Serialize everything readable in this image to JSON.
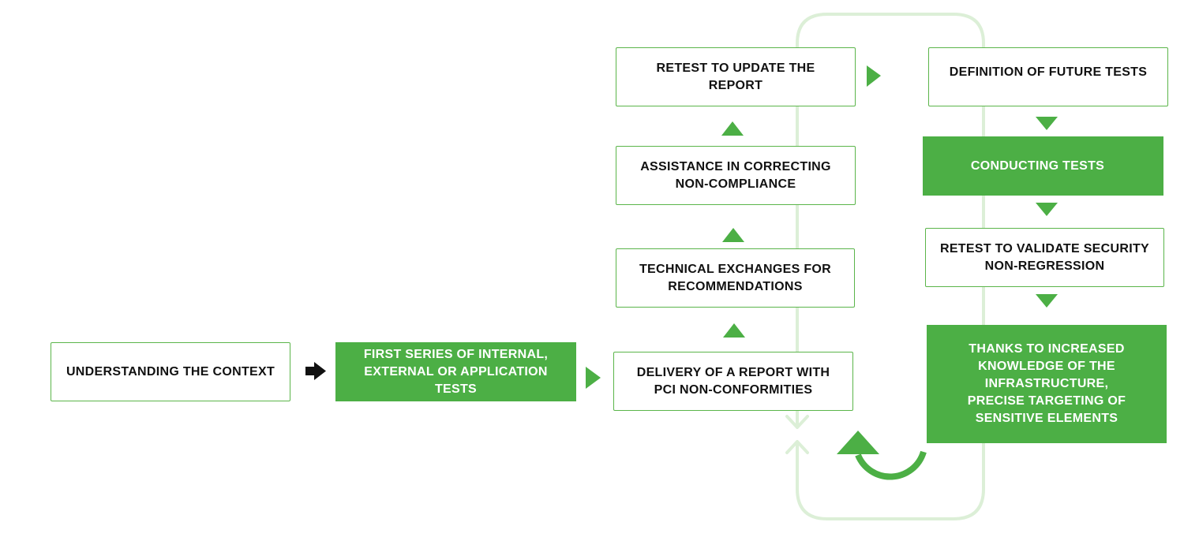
{
  "colors": {
    "accent_green": "#4caf45",
    "light_green_loop": "#dcefd7",
    "text_dark": "#111111",
    "text_light": "#ffffff",
    "arrow_black": "#111111"
  },
  "boxes": {
    "understanding_context": "UNDERSTANDING THE CONTEXT",
    "first_series_tests": "FIRST SERIES OF INTERNAL, EXTERNAL OR APPLICATION TESTS",
    "delivery_report": "DELIVERY OF A REPORT WITH PCI NON-CONFORMITIES",
    "technical_exchanges": "TECHNICAL EXCHANGES FOR RECOMMENDATIONS",
    "assistance_correcting": "ASSISTANCE IN CORRECTING NON-COMPLIANCE",
    "retest_update_report": "RETEST TO UPDATE THE REPORT",
    "definition_future_tests": "DEFINITION OF FUTURE TESTS",
    "conducting_tests": "CONDUCTING TESTS",
    "retest_validate_security": "RETEST TO VALIDATE SECURITY NON-REGRESSION",
    "thanks_increased_knowledge": "THANKS TO INCREASED KNOWLEDGE OF THE INFRASTRUCTURE, PRECISE TARGETING OF SENSITIVE ELEMENTS"
  },
  "icons": {
    "step_arrow": "black-right-arrow-icon",
    "flow_arrow": "green-triangle-icon",
    "cycle": "circular-cycle-arrow-icon"
  }
}
